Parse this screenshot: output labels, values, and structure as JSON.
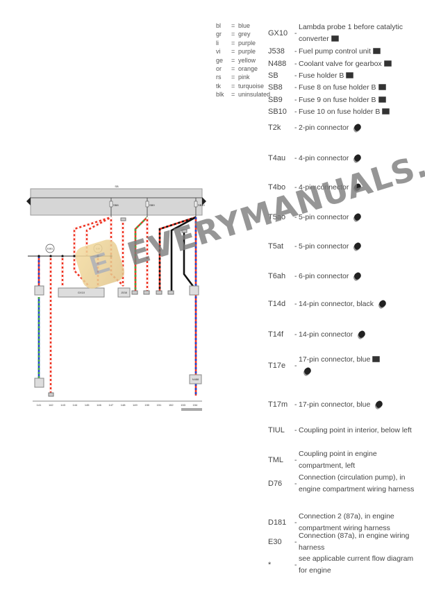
{
  "color_codes": [
    {
      "abbr": "bl",
      "name": "blue"
    },
    {
      "abbr": "gr",
      "name": "grey"
    },
    {
      "abbr": "li",
      "name": "purple"
    },
    {
      "abbr": "vi",
      "name": "purple"
    },
    {
      "abbr": "ge",
      "name": "yellow"
    },
    {
      "abbr": "or",
      "name": "orange"
    },
    {
      "abbr": "rs",
      "name": "pink"
    },
    {
      "abbr": "tk",
      "name": "turquoise"
    },
    {
      "abbr": "blk",
      "name": "uninsulated"
    }
  ],
  "equals": "=",
  "legend": [
    {
      "code": "GX10",
      "desc": "Lambda probe 1 before catalytic converter",
      "icon": "photo-icon"
    },
    {
      "code": "J538",
      "desc": "Fuel pump control unit",
      "icon": "photo-icon"
    },
    {
      "code": "N488",
      "desc": "Coolant valve for gearbox",
      "icon": "photo-icon"
    },
    {
      "code": "SB",
      "desc": "Fuse holder B",
      "icon": "photo-icon"
    },
    {
      "code": "SB8",
      "desc": "Fuse 8 on fuse holder B",
      "icon": "photo-icon"
    },
    {
      "code": "SB9",
      "desc": "Fuse 9 on fuse holder B",
      "icon": "photo-icon"
    },
    {
      "code": "SB10",
      "desc": "Fuse 10 on fuse holder B",
      "icon": "photo-icon"
    },
    {
      "code": "T2k",
      "desc": "2-pin connector",
      "icon": "connector-icon"
    },
    {
      "code": "T4au",
      "desc": "4-pin connector",
      "icon": "connector-icon"
    },
    {
      "code": "T4bo",
      "desc": "4-pin connector",
      "icon": "connector-icon"
    },
    {
      "code": "T5ao",
      "desc": "5-pin connector",
      "icon": "connector-icon"
    },
    {
      "code": "T5at",
      "desc": "5-pin connector",
      "icon": "connector-icon"
    },
    {
      "code": "T6ah",
      "desc": "6-pin connector",
      "icon": "connector-icon"
    },
    {
      "code": "T14d",
      "desc": "14-pin connector, black",
      "icon": "connector-icon"
    },
    {
      "code": "T14f",
      "desc": "14-pin connector",
      "icon": "connector-icon"
    },
    {
      "code": "T17e",
      "desc": "17-pin connector, blue",
      "icon": "photo-icon",
      "icon2": "connector-icon"
    },
    {
      "code": "T17m",
      "desc": "17-pin connector, blue",
      "icon": "connector-icon"
    },
    {
      "code": "TIUL",
      "desc": "Coupling point in interior, below left"
    },
    {
      "code": "TML",
      "desc": "Coupling point in engine compartment, left"
    },
    {
      "code": "D76",
      "desc": "Connection (circulation pump), in engine compartment wiring harness"
    },
    {
      "code": "D181",
      "desc": "Connection 2 (87a), in engine compartment wiring harness"
    },
    {
      "code": "E30",
      "desc": "Connection (87a), in engine wiring harness"
    },
    {
      "code": "*",
      "desc": "see applicable current flow diagram for engine"
    }
  ],
  "diagram": {
    "bus_label": "SB",
    "fuses": [
      "SB8",
      "SB9",
      "SB10"
    ],
    "junctions": [
      "D181",
      "E30"
    ],
    "components": [
      "GX10",
      "J538",
      "N488"
    ],
    "columns": [
      "141",
      "142",
      "143",
      "144",
      "145",
      "146",
      "147",
      "148",
      "149",
      "150",
      "151",
      "152",
      "153",
      "154"
    ]
  },
  "watermark": "EVERYMANUALS.COM"
}
